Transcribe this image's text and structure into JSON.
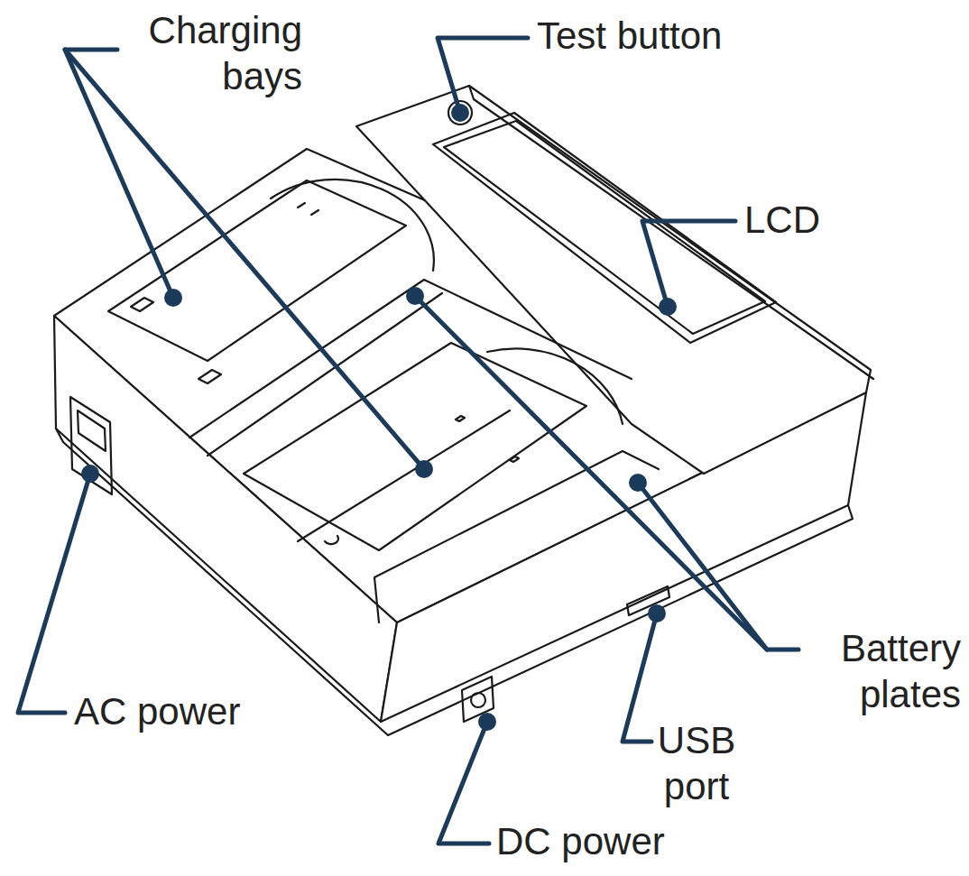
{
  "diagram": {
    "labels": [
      "Charging bays",
      "Test button",
      "LCD",
      "Battery plates",
      "AC power",
      "USB port",
      "DC power"
    ]
  }
}
